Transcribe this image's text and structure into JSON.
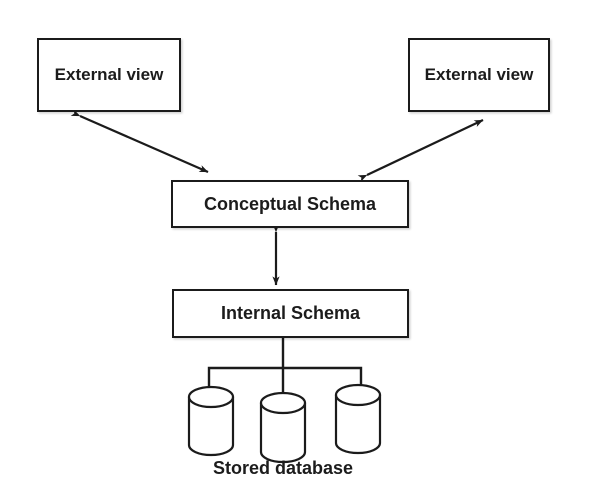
{
  "diagram": {
    "type": "database-three-schema-architecture",
    "nodes": {
      "external_view_left": "External view",
      "external_view_right": "External view",
      "conceptual_schema": "Conceptual Schema",
      "internal_schema": "Internal Schema"
    },
    "caption": "Stored database",
    "database_cylinder_count": 3,
    "edges": [
      {
        "from": "external_view_left",
        "to": "conceptual_schema",
        "style": "double-headed-arrow"
      },
      {
        "from": "external_view_right",
        "to": "conceptual_schema",
        "style": "double-headed-arrow"
      },
      {
        "from": "conceptual_schema",
        "to": "internal_schema",
        "style": "double-headed-arrow"
      },
      {
        "from": "internal_schema",
        "to": "stored_database",
        "style": "branching-line"
      }
    ],
    "colors": {
      "background": "#ffffff",
      "stroke": "#1b1b1b",
      "text": "#1c1c1c"
    }
  }
}
